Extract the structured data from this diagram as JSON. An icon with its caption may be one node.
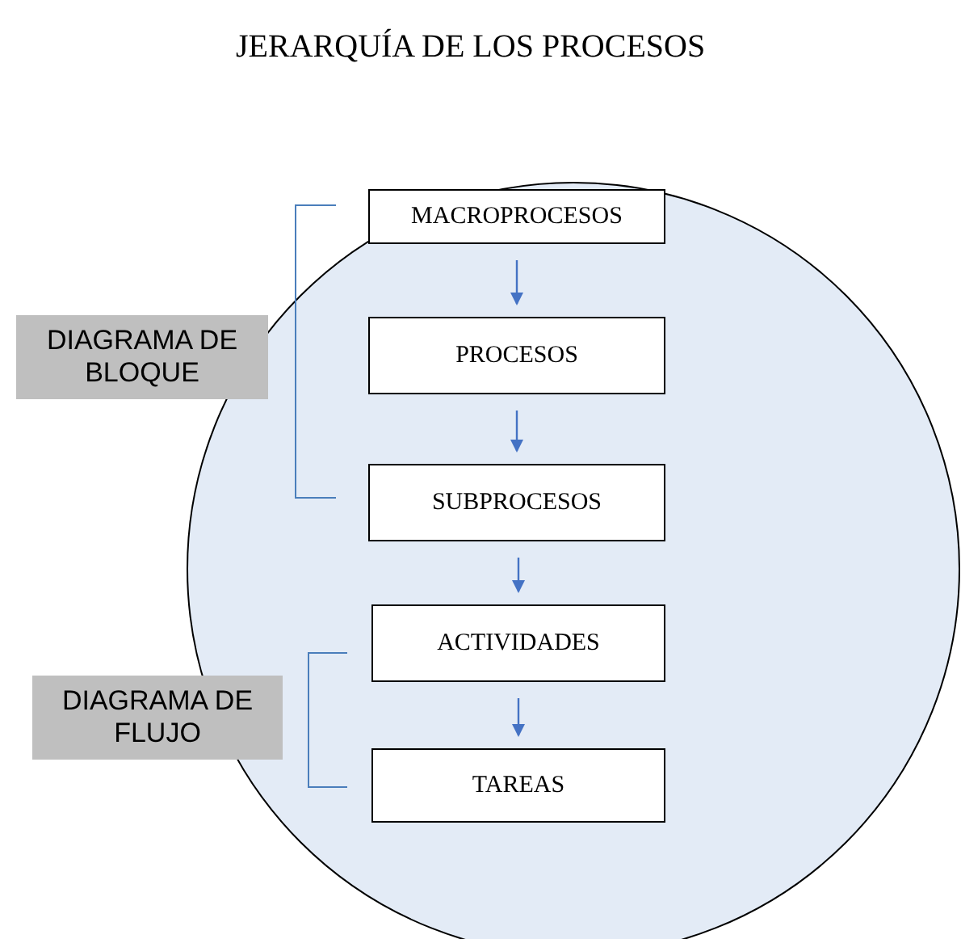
{
  "diagram": {
    "title": "JERARQUÍA DE LOS PROCESOS",
    "nodes": [
      {
        "text": [],
        "shape": "circle"
      },
      {
        "text": [
          "MACROPROCESOS"
        ],
        "in": 0
      },
      {
        "text": [
          "PROCESOS"
        ],
        "in": 0
      },
      {
        "text": [
          "SUBPROCESOS"
        ],
        "in": 0
      },
      {
        "text": [
          "ACTIVIDADES"
        ],
        "in": 0
      },
      {
        "text": [
          "TAREAS"
        ],
        "in": 0
      },
      {
        "text": [
          "DIAGRAMA DE BLOQUE"
        ]
      },
      {
        "text": [
          "DIAGRAMA DE FLUJO"
        ]
      }
    ],
    "edges": [
      {
        "from": 1,
        "to": 2,
        "arrow": "to"
      },
      {
        "from": 2,
        "to": 3,
        "arrow": "to"
      },
      {
        "from": 3,
        "to": 4,
        "arrow": "to"
      },
      {
        "from": 4,
        "to": 5,
        "arrow": "to"
      }
    ]
  }
}
